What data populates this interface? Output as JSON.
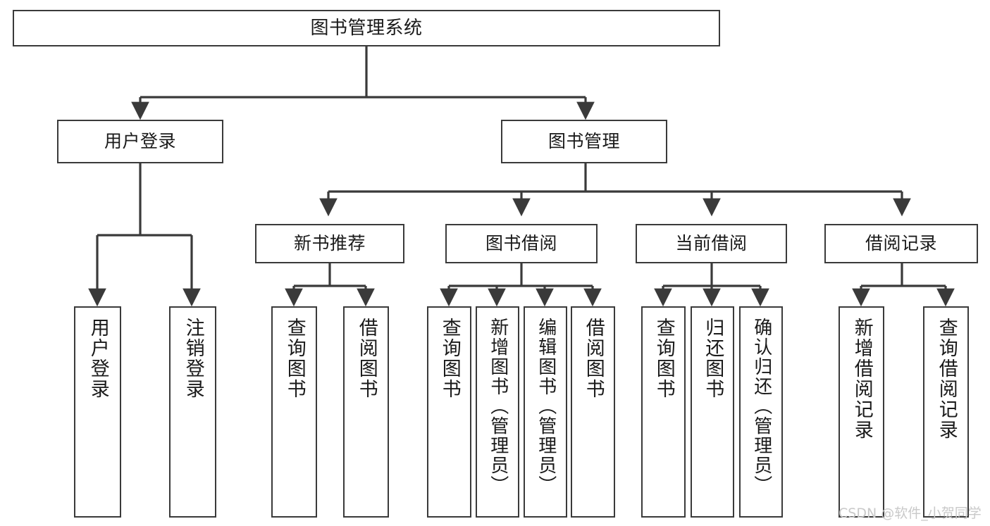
{
  "diagram": {
    "type": "tree",
    "title": "图书管理系统",
    "orientation": "top-down",
    "colors": {
      "box_border": "#3a3a3a",
      "box_fill": "#ffffff",
      "edge": "#3a3a3a",
      "text": "#1a1a1a",
      "watermark": "#c9c9c9",
      "background": "#ffffff"
    },
    "nodes": {
      "root": {
        "label": "图书管理系统",
        "level": 1
      },
      "l2": [
        {
          "id": "user-login",
          "label": "用户登录",
          "level": 2
        },
        {
          "id": "book-manage",
          "label": "图书管理",
          "level": 2
        }
      ],
      "l3": [
        {
          "id": "new-book-rec",
          "label": "新书推荐",
          "level": 3,
          "parent": "book-manage"
        },
        {
          "id": "book-borrow",
          "label": "图书借阅",
          "level": 3,
          "parent": "book-manage"
        },
        {
          "id": "current-borrow",
          "label": "当前借阅",
          "level": 3,
          "parent": "book-manage"
        },
        {
          "id": "borrow-record",
          "label": "借阅记录",
          "level": 3,
          "parent": "book-manage"
        }
      ],
      "leaves": [
        {
          "id": "leaf-user-login",
          "label": "用户登录",
          "parent": "user-login"
        },
        {
          "id": "leaf-logout",
          "label": "注销登录",
          "parent": "user-login"
        },
        {
          "id": "leaf-query-book-1",
          "label": "查询图书",
          "parent": "new-book-rec"
        },
        {
          "id": "leaf-borrow-book-1",
          "label": "借阅图书",
          "parent": "new-book-rec"
        },
        {
          "id": "leaf-query-book-2",
          "label": "查询图书",
          "parent": "book-borrow"
        },
        {
          "id": "leaf-add-book",
          "label": "新增图书（管理员）",
          "parent": "book-borrow"
        },
        {
          "id": "leaf-edit-book",
          "label": "编辑图书（管理员）",
          "parent": "book-borrow"
        },
        {
          "id": "leaf-borrow-book-2",
          "label": "借阅图书",
          "parent": "book-borrow"
        },
        {
          "id": "leaf-query-book-3",
          "label": "查询图书",
          "parent": "current-borrow"
        },
        {
          "id": "leaf-return-book",
          "label": "归还图书",
          "parent": "current-borrow"
        },
        {
          "id": "leaf-confirm-return",
          "label": "确认归还（管理员）",
          "parent": "current-borrow"
        },
        {
          "id": "leaf-add-record",
          "label": "新增借阅记录",
          "parent": "borrow-record"
        },
        {
          "id": "leaf-query-record",
          "label": "查询借阅记录",
          "parent": "borrow-record"
        }
      ]
    }
  },
  "watermark": {
    "text": "CSDN @软件_小贺同学"
  }
}
